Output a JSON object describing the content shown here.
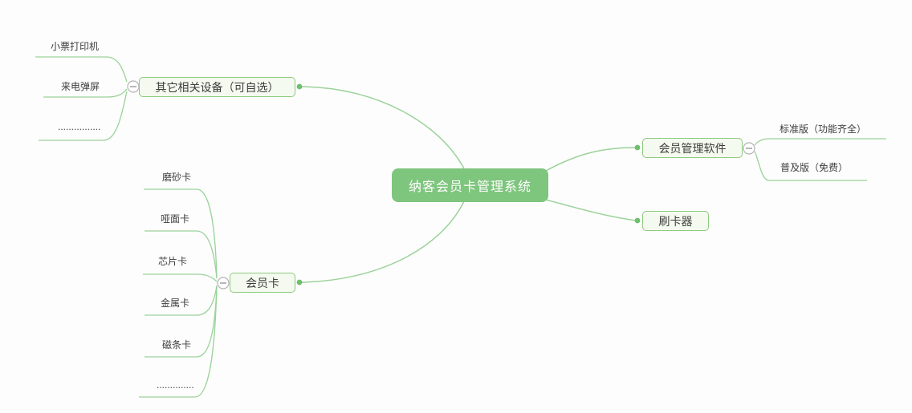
{
  "mindmap": {
    "root": {
      "label": "纳客会员卡管理系统"
    },
    "branches": [
      {
        "label": "其它相关设备（可自选）",
        "side": "left",
        "children": [
          "小票打印机",
          "来电弹屏",
          "................"
        ]
      },
      {
        "label": "会员管理软件",
        "side": "right",
        "children": [
          "标准版（功能齐全）",
          "普及版（免费）"
        ]
      },
      {
        "label": "刷卡器",
        "side": "right",
        "children": []
      },
      {
        "label": "会员卡",
        "side": "left",
        "children": [
          "磨砂卡",
          "哑面卡",
          "芯片卡",
          "金属卡",
          "磁条卡",
          ".............."
        ]
      }
    ],
    "collapse_glyph": "−",
    "colors": {
      "root_fill": "#7ec57d",
      "root_text": "#ffffff",
      "node_fill": "#f4faef",
      "node_border": "#8eca7e",
      "connector": "#9bd29a",
      "anchor_dot": "#6fbe6f",
      "collapse_stroke": "#b3b3b3",
      "collapse_minus": "#909090",
      "text": "#3d3d3d"
    }
  }
}
